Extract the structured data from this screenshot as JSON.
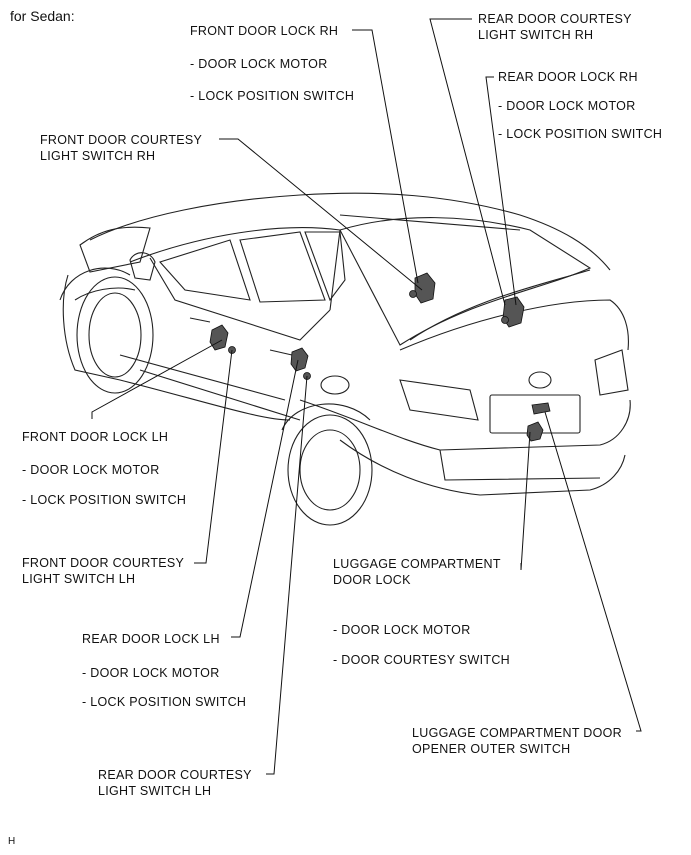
{
  "title": "for Sedan:",
  "footer_code": "H",
  "labels": {
    "front_door_lock_rh": "FRONT DOOR LOCK RH",
    "front_door_lock_rh_motor": "- DOOR LOCK MOTOR",
    "front_door_lock_rh_switch": "- LOCK POSITION SWITCH",
    "rear_courtesy_rh_1": "REAR DOOR COURTESY",
    "rear_courtesy_rh_2": "LIGHT SWITCH RH",
    "rear_door_lock_rh": "REAR DOOR LOCK RH",
    "rear_door_lock_rh_motor": "- DOOR LOCK MOTOR",
    "rear_door_lock_rh_switch": "- LOCK POSITION SWITCH",
    "front_courtesy_rh_1": "FRONT DOOR COURTESY",
    "front_courtesy_rh_2": "LIGHT SWITCH RH",
    "front_door_lock_lh": "FRONT DOOR LOCK LH",
    "front_door_lock_lh_motor": "- DOOR LOCK MOTOR",
    "front_door_lock_lh_switch": "- LOCK POSITION SWITCH",
    "front_courtesy_lh_1": "FRONT DOOR COURTESY",
    "front_courtesy_lh_2": "LIGHT SWITCH LH",
    "luggage_lock_1": "LUGGAGE COMPARTMENT",
    "luggage_lock_2": "DOOR LOCK",
    "luggage_lock_motor": "- DOOR LOCK MOTOR",
    "luggage_lock_courtesy": "- DOOR COURTESY SWITCH",
    "rear_door_lock_lh": "REAR DOOR LOCK LH",
    "rear_door_lock_lh_motor": "- DOOR LOCK MOTOR",
    "rear_door_lock_lh_switch": "- LOCK POSITION SWITCH",
    "luggage_opener_1": "LUGGAGE COMPARTMENT DOOR",
    "luggage_opener_2": "OPENER OUTER SWITCH",
    "rear_courtesy_lh_1": "REAR DOOR COURTESY",
    "rear_courtesy_lh_2": "LIGHT SWITCH LH"
  }
}
